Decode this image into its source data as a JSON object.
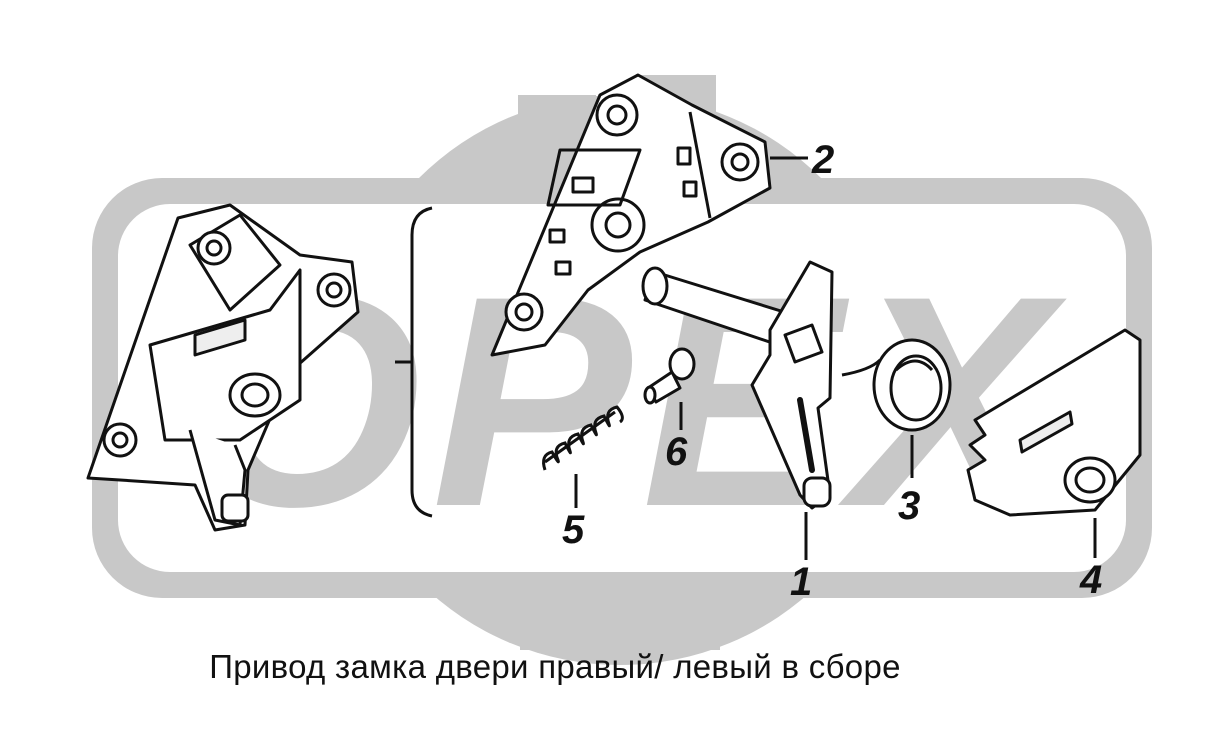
{
  "watermark": {
    "text": "OPEX",
    "color": "#c8c8c8"
  },
  "callouts": [
    {
      "id": "1",
      "label": "1"
    },
    {
      "id": "2",
      "label": "2"
    },
    {
      "id": "3",
      "label": "3"
    },
    {
      "id": "4",
      "label": "4"
    },
    {
      "id": "5",
      "label": "5"
    },
    {
      "id": "6",
      "label": "6"
    }
  ],
  "caption": "Привод замка двери правый/ левый в сборе",
  "colors": {
    "line": "#111111",
    "part_fill": "#ffffff",
    "watermark": "#c8c8c8"
  }
}
